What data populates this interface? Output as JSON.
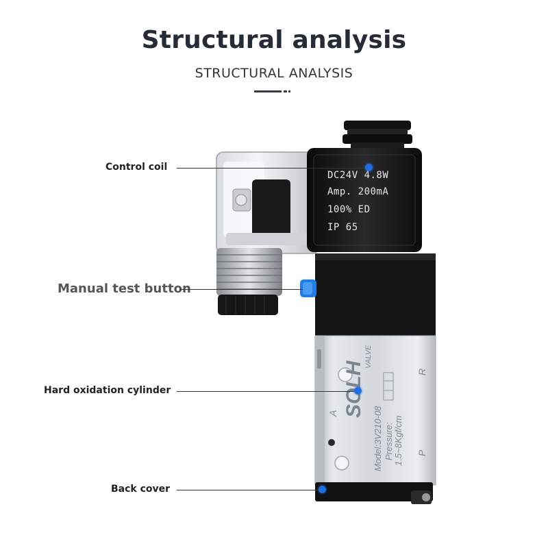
{
  "header": {
    "title": "Structural analysis",
    "subtitle": "STRUCTURAL ANALYSIS"
  },
  "callouts": [
    {
      "label": "Control coil"
    },
    {
      "label": "Manual test button"
    },
    {
      "label": "Hard oxidation cylinder"
    },
    {
      "label": "Back cover"
    }
  ],
  "coil_plate": {
    "line1": "DC24V  4.8W",
    "line2": "Amp. 200mA",
    "line3": "100%  ED",
    "line4": "IP 65"
  },
  "body_marks": {
    "brand": "SOLH",
    "valve": "VALVE",
    "model": "Model:3V210-08",
    "pressure": "Pressure:",
    "pressure_range": "1.5~8Kgf/cm",
    "port_a": "A",
    "port_r": "R",
    "port_p": "P"
  },
  "colors": {
    "accent_dot": "#1f6fe0",
    "title": "#262b38",
    "valve_body": "#d9dde2",
    "coil": "#121212"
  }
}
